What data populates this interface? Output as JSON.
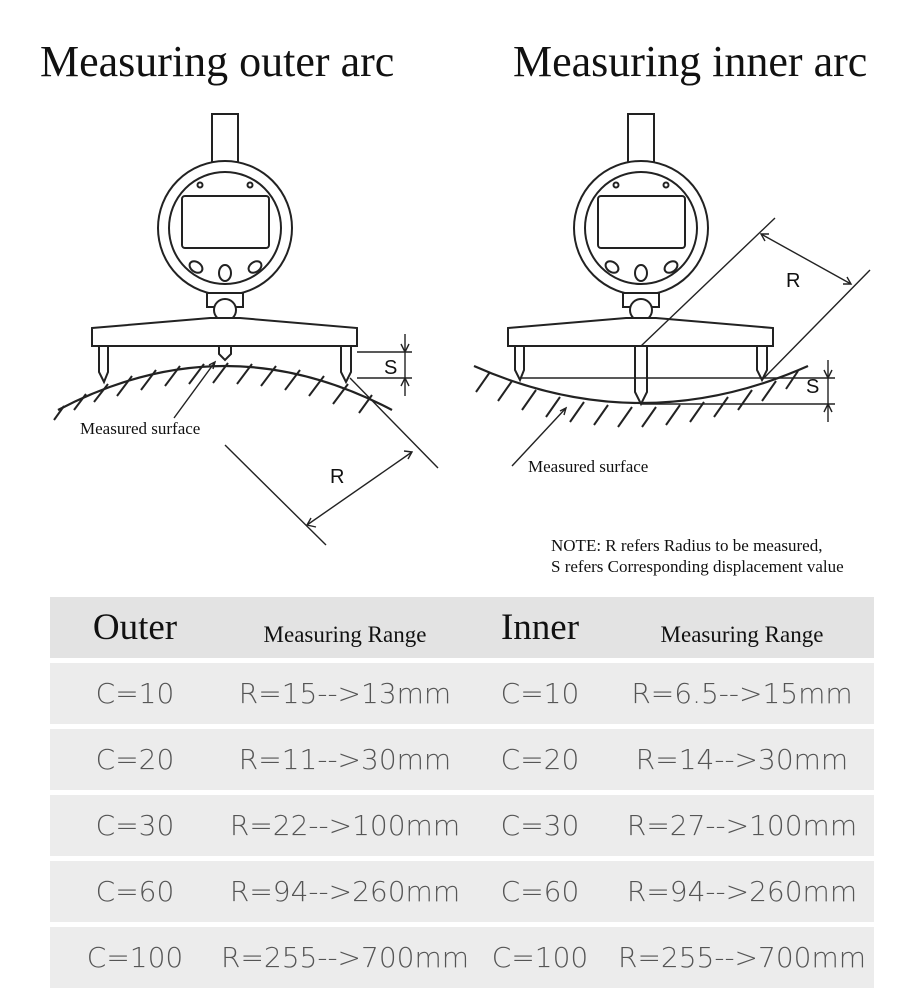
{
  "titles": {
    "left": "Measuring outer arc",
    "right": "Measuring inner arc"
  },
  "diagram_labels": {
    "left_surface": "Measured surface",
    "left_s": "S",
    "left_r": "R",
    "right_surface": "Measured surface",
    "right_s": "S",
    "right_r": "R"
  },
  "note": {
    "line1": "NOTE: R refers Radius to be measured,",
    "line2": "S refers Corresponding displacement value"
  },
  "table": {
    "headers": [
      "Outer",
      "Measuring Range",
      "Inner",
      "Measuring Range"
    ],
    "rows": [
      [
        "C=10",
        "R=15-->13mm",
        "C=10",
        "R=6.5-->15mm"
      ],
      [
        "C=20",
        "R=11-->30mm",
        "C=20",
        "R=14-->30mm"
      ],
      [
        "C=30",
        "R=22-->100mm",
        "C=30",
        "R=27-->100mm"
      ],
      [
        "C=60",
        "R=94-->260mm",
        "C=60",
        "R=94-->260mm"
      ],
      [
        "C=100",
        "R=255-->700mm",
        "C=100",
        "R=255-->700mm"
      ]
    ]
  }
}
